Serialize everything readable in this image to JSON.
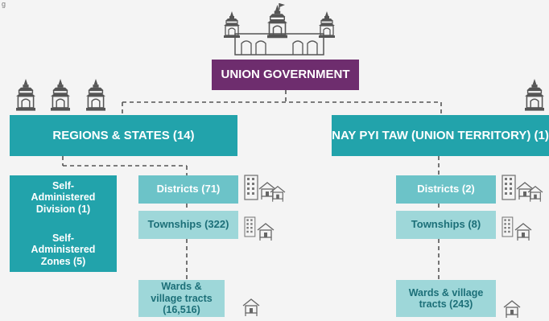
{
  "header": {
    "caption": "g"
  },
  "top": {
    "label": "UNION GOVERNMENT"
  },
  "regions": {
    "label": "REGIONS & STATES (14)",
    "self_division": "Self-Administered Division (1)",
    "self_zones": "Self-Administered Zones (5)",
    "districts": "Districts (71)",
    "townships": "Townships (322)",
    "wards": "Wards & village tracts (16,516)"
  },
  "naypyitaw": {
    "label": "NAY PYI TAW (UNION TERRITORY) (1)",
    "districts": "Districts (2)",
    "townships": "Townships (8)",
    "wards": "Wards & village tracts (243)"
  },
  "colors": {
    "teal": "#22a3ab",
    "light_teal": "#9ed7d9",
    "purple": "#6e2d6e",
    "line": "#555555"
  }
}
